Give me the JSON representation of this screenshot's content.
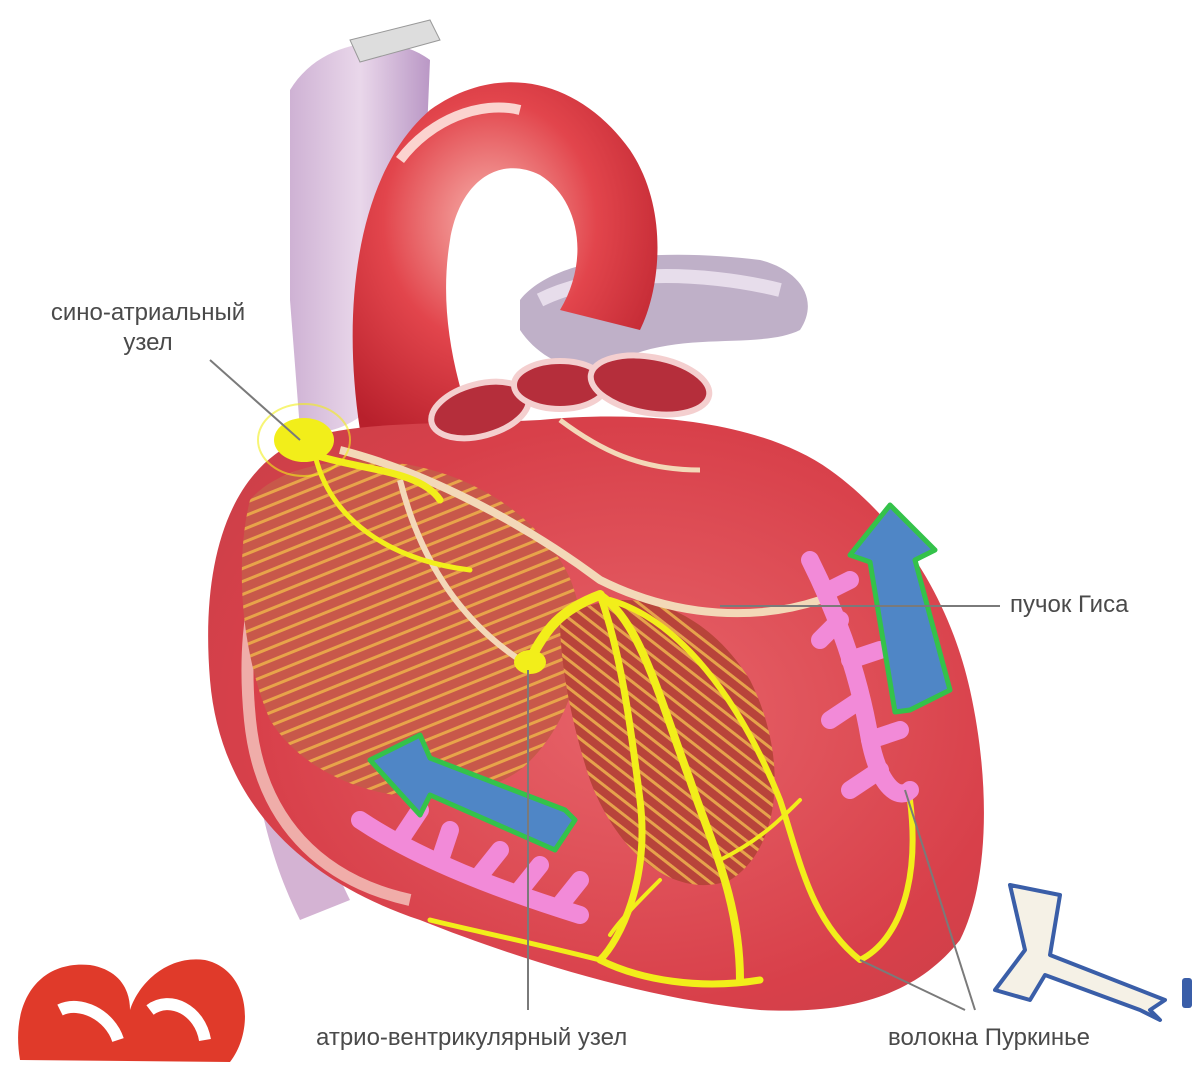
{
  "labels": {
    "sinoatrial_line1": "сино-атриальный",
    "sinoatrial_line2": "узел",
    "bundle_of_his": "пучок Гиса",
    "av_node": "атрио-вентрикулярный узел",
    "purkinje_fibers": "волокна Пуркинье"
  },
  "colors": {
    "conduction": "#f2ee1a",
    "purkinje_branches": "#f28ad8",
    "arrow_fill": "#4f86c6",
    "arrow_border": "#34c24a",
    "heart_logo": "#e03a2a"
  },
  "icons": [
    "heart-logo-icon",
    "t-shape-icon"
  ]
}
